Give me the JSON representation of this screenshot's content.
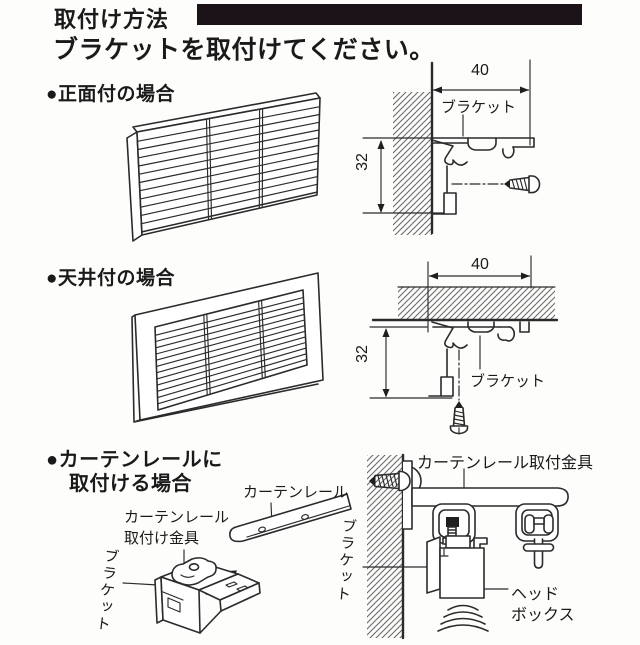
{
  "page": {
    "title": "取付け方法",
    "subtitle": "ブラケットを取付けてください。"
  },
  "sections": {
    "front": {
      "heading": "●正面付の場合",
      "width_mm": "40",
      "height_mm": "32",
      "bracket_label": "ブラケット"
    },
    "ceiling": {
      "heading": "●天井付の場合",
      "width_mm": "40",
      "height_mm": "32",
      "bracket_label": "ブラケット"
    },
    "curtain_rail": {
      "heading_line1": "●カーテンレールに",
      "heading_line2": "取付ける場合",
      "rail_label": "カーテンレール",
      "fitting_label_line1": "カーテンレール",
      "fitting_label_line2": "取付け金具",
      "bracket_label_left": "ブラケット",
      "fitting_label_right": "カーテンレール取付金具",
      "bracket_label_right": "ブラケット",
      "headbox_label_line1": "ヘッド",
      "headbox_label_line2": "ボックス"
    }
  },
  "colors": {
    "accent_bar": "#1b1317",
    "line": "#2b2b2b"
  }
}
